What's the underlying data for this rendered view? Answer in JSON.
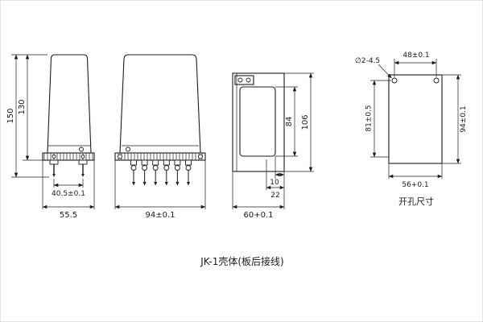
{
  "caption": "JK-1壳体(板后接线)",
  "views": {
    "side": {
      "dim_height_overall": "150",
      "dim_height_body": "130",
      "dim_screw_span": "40.5±0.1",
      "dim_width": "55.5"
    },
    "front": {
      "dim_width": "94±0.1"
    },
    "profile": {
      "dim_opening_height": "84",
      "dim_height": "106",
      "dim_step_small": "10",
      "dim_step_large": "22",
      "dim_width": "60+0.1"
    },
    "drill": {
      "title": "开孔尺寸",
      "hole_note": "∅2-4.5",
      "dim_top_span": "48±0.1",
      "dim_left_span": "81±0.5",
      "dim_height": "94±0.1",
      "dim_width": "56+0.1"
    }
  }
}
